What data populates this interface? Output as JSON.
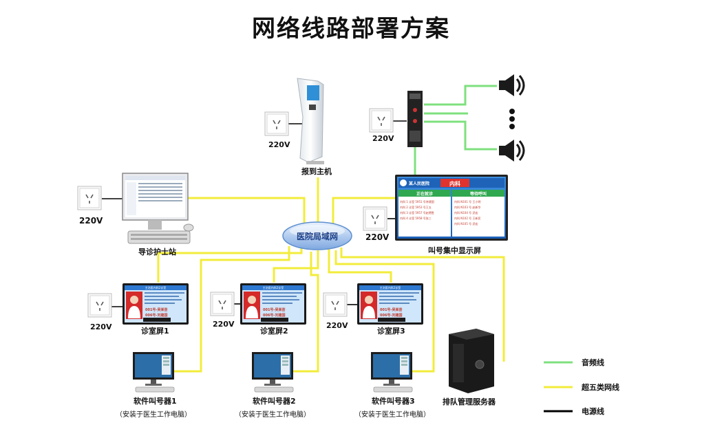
{
  "title": "网络线路部署方案",
  "labels": {
    "voltage": "220V",
    "kiosk": "报到主机",
    "nurse_station": "导诊护士站",
    "hub": "医院局域网",
    "call_screen": "叫号集中显示屏",
    "room1": "诊室屏1",
    "room2": "诊室屏2",
    "room3": "诊室屏3",
    "caller1": "软件叫号器1",
    "caller2": "软件叫号器2",
    "caller3": "软件叫号器3",
    "caller_note": "（安装于医生工作电脑）",
    "server": "排队管理服务器"
  },
  "call_screen": {
    "hospital": "某人民医院",
    "dept": "内科",
    "col_left": "正在就诊",
    "col_right": "等待呼叫",
    "left_rows": [
      "内科 1 诊室 5951 号李建国",
      "内科 2 诊室 5953 号王五",
      "内科 3 诊室 5957 号赵德胜",
      "内科 4 诊室 5958 号张三"
    ],
    "right_rows": [
      "内科 N101 号  王小明",
      "内科 N103 号  赵新华",
      "内科 N104 号  武宏",
      "内科 N102 号  王新民",
      "内科 N105 号  武宏"
    ]
  },
  "room_screen": {
    "header": "主治医内科2诊室",
    "line1": "001号-吴某芸",
    "line2": "006号-刘建国"
  },
  "legend": [
    {
      "label": "音频线",
      "color": "#7ee07e"
    },
    {
      "label": "超五类网线",
      "color": "#f2ec3a"
    },
    {
      "label": "电源线",
      "color": "#000000"
    }
  ]
}
